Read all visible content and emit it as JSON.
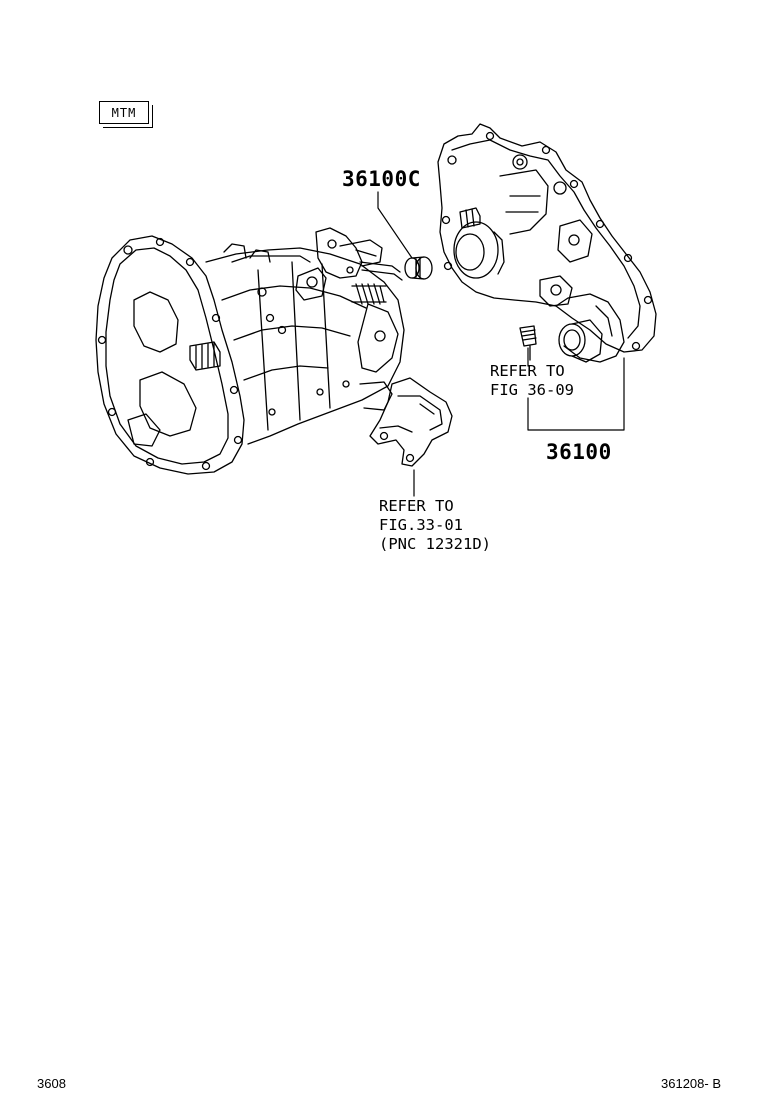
{
  "badge": {
    "text": "MTM"
  },
  "parts": {
    "pn_36100C": "36100C",
    "pn_36100": "36100"
  },
  "references": {
    "ref_fig3609": {
      "line1": "REFER TO",
      "line2": "FIG 36-09"
    },
    "ref_fig3301": {
      "line1": "REFER TO",
      "line2": "FIG.33-01",
      "line3": "(PNC 12321D)"
    }
  },
  "footer": {
    "page_code": "3608",
    "illustration_code": "361208- B"
  }
}
